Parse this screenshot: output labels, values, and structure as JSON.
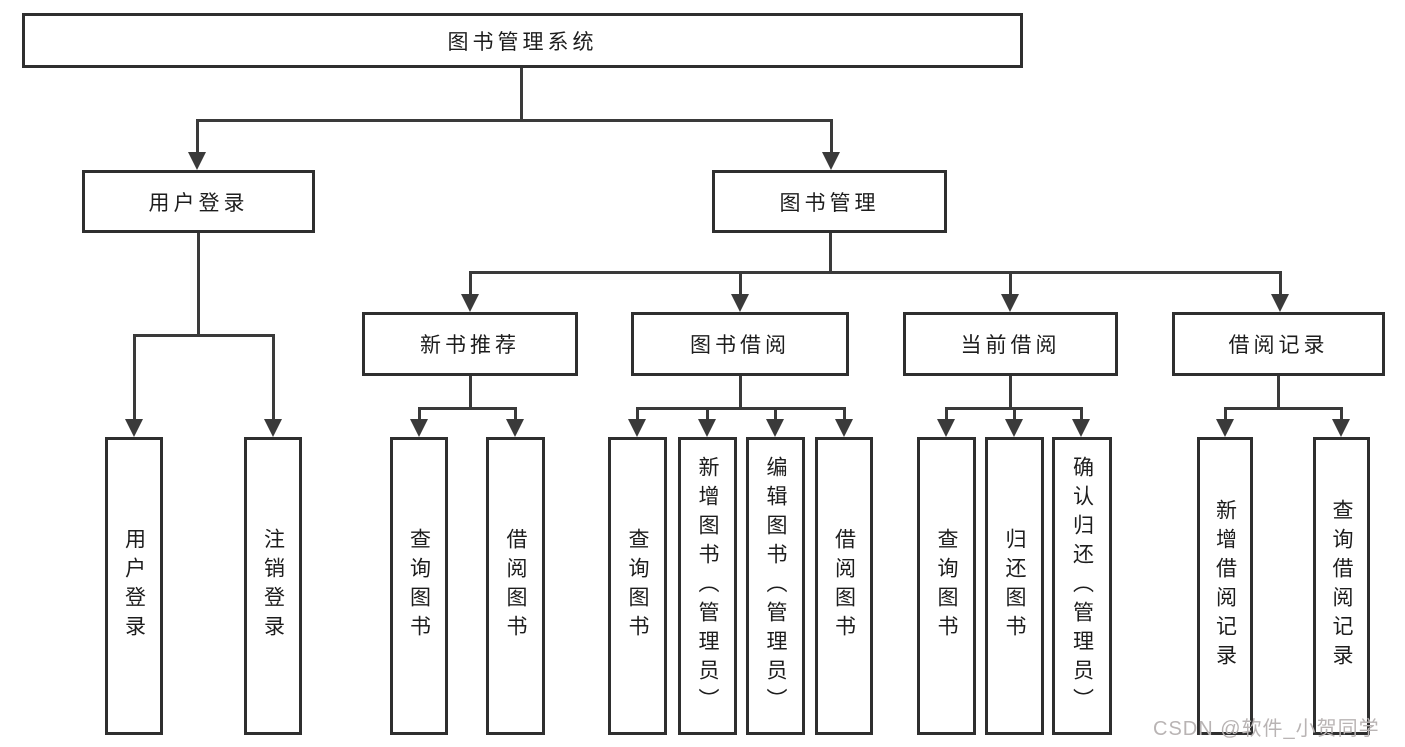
{
  "diagram_title": "图书管理系统",
  "colors": {
    "line": "#3a3a3a",
    "box_border": "#2f2f2f",
    "text": "#1d1d1d",
    "watermark": "#b9b4b4",
    "background": "#ffffff"
  },
  "root": {
    "label": "图书管理系统"
  },
  "level2": {
    "user_login": {
      "label": "用户登录"
    },
    "book_mgmt": {
      "label": "图书管理"
    }
  },
  "level3": {
    "new_books": {
      "label": "新书推荐"
    },
    "borrowing": {
      "label": "图书借阅"
    },
    "current": {
      "label": "当前借阅"
    },
    "records": {
      "label": "借阅记录"
    }
  },
  "leaves": {
    "user_login_login": "用户登录",
    "user_login_logout": "注销登录",
    "new_books_query": "查询图书",
    "new_books_borrow": "借阅图书",
    "borrowing_query": "查询图书",
    "borrowing_add": "新增图书（管理员）",
    "borrowing_edit": "编辑图书（管理员）",
    "borrowing_borrow": "借阅图书",
    "current_query": "查询图书",
    "current_return": "归还图书",
    "current_confirm": "确认归还（管理员）",
    "records_add": "新增借阅记录",
    "records_query": "查询借阅记录"
  },
  "watermark": "CSDN @软件_小贺同学"
}
